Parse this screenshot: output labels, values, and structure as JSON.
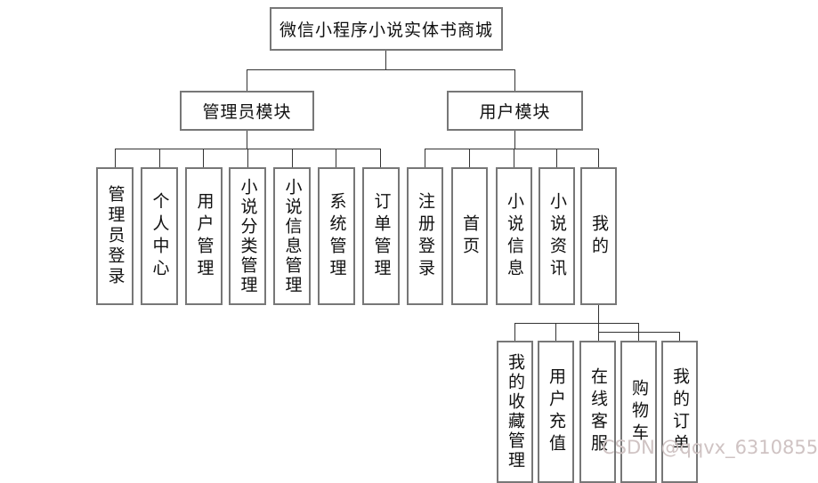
{
  "tree": {
    "root": {
      "label": "微信小程序小说实体书商城"
    },
    "admin": {
      "label": "管理员模块",
      "children": [
        {
          "label": "管理员登录"
        },
        {
          "label": "个人中心"
        },
        {
          "label": "用户管理"
        },
        {
          "label": "小说分类管理"
        },
        {
          "label": "小说信息管理"
        },
        {
          "label": "系统管理"
        },
        {
          "label": "订单管理"
        }
      ]
    },
    "user": {
      "label": "用户模块",
      "children": [
        {
          "label": "注册登录"
        },
        {
          "label": "首页"
        },
        {
          "label": "小说信息"
        },
        {
          "label": "小说资讯"
        },
        {
          "label": "我的"
        }
      ]
    },
    "mine": {
      "children": [
        {
          "label": "我的收藏管理"
        },
        {
          "label": "用户充值"
        },
        {
          "label": "在线客服"
        },
        {
          "label": "购物车"
        },
        {
          "label": "我的订单"
        }
      ]
    }
  },
  "watermark": {
    "text": "CSDN @qqvx_6310855",
    "color": "#cfc3c3"
  },
  "colors": {
    "background": "#ffffff",
    "box_border": "#777777",
    "connector_line": "#333333",
    "text": "#111111"
  }
}
